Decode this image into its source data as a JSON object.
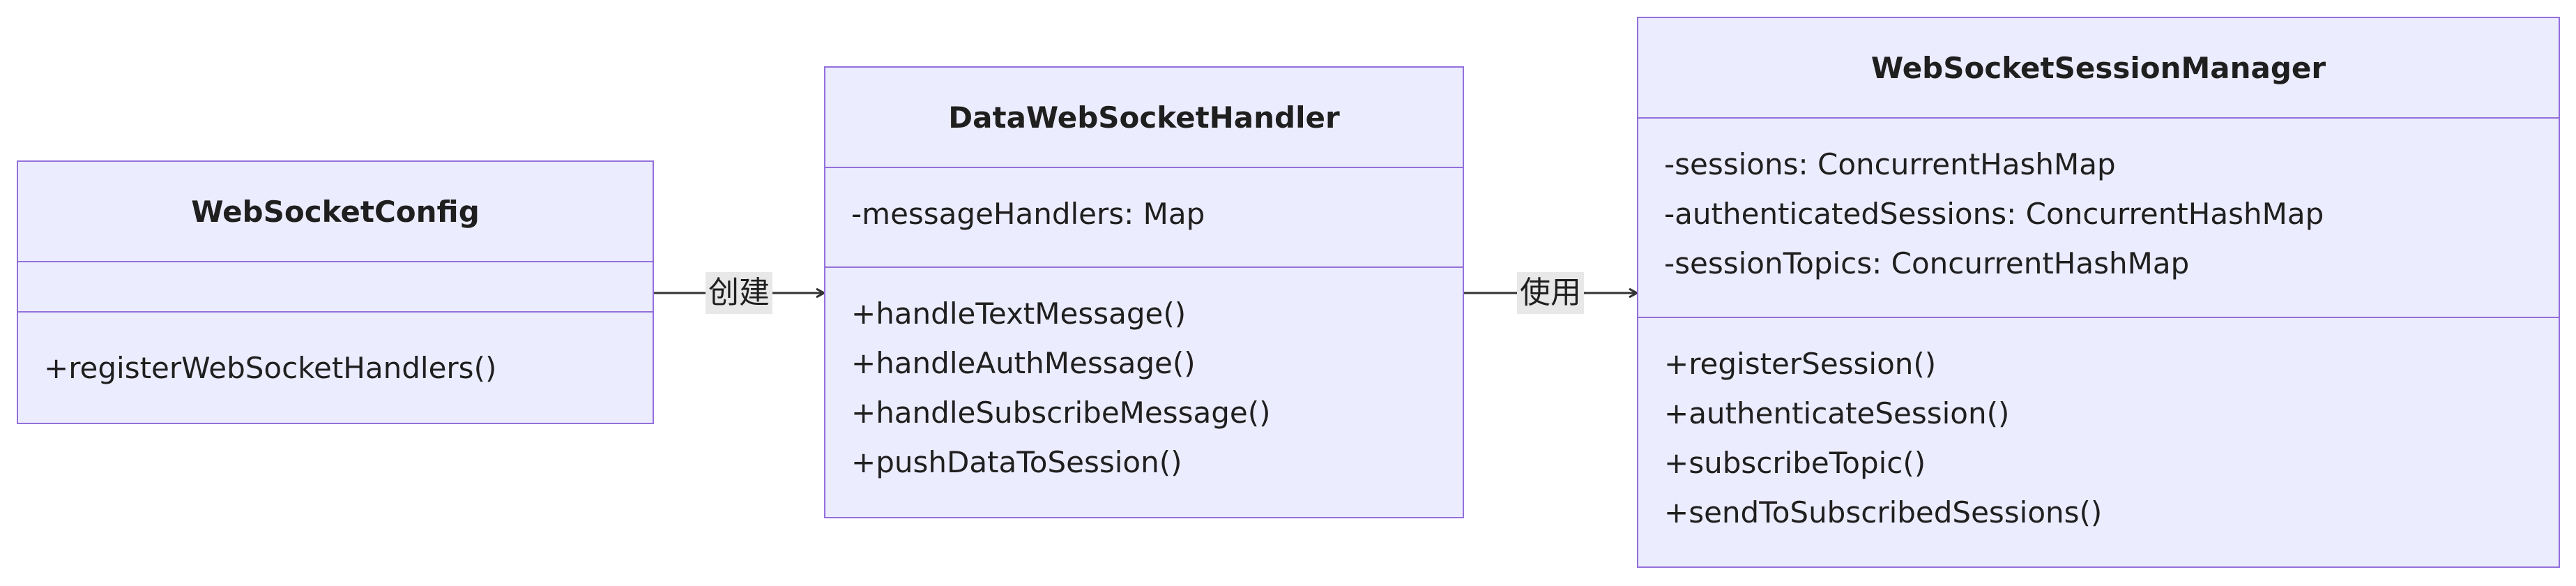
{
  "classes": {
    "config": {
      "name": "WebSocketConfig",
      "attributes": [],
      "methods": [
        "+registerWebSocketHandlers()"
      ]
    },
    "handler": {
      "name": "DataWebSocketHandler",
      "attributes": [
        "-messageHandlers: Map"
      ],
      "methods": [
        "+handleTextMessage()",
        "+handleAuthMessage()",
        "+handleSubscribeMessage()",
        "+pushDataToSession()"
      ]
    },
    "manager": {
      "name": "WebSocketSessionManager",
      "attributes": [
        "-sessions: ConcurrentHashMap",
        "-authenticatedSessions: ConcurrentHashMap",
        "-sessionTopics: ConcurrentHashMap"
      ],
      "methods": [
        "+registerSession()",
        "+authenticateSession()",
        "+subscribeTopic()",
        "+sendToSubscribedSessions()"
      ]
    }
  },
  "relations": [
    {
      "from": "WebSocketConfig",
      "to": "DataWebSocketHandler",
      "label": "创建"
    },
    {
      "from": "DataWebSocketHandler",
      "to": "WebSocketSessionManager",
      "label": "使用"
    }
  ]
}
